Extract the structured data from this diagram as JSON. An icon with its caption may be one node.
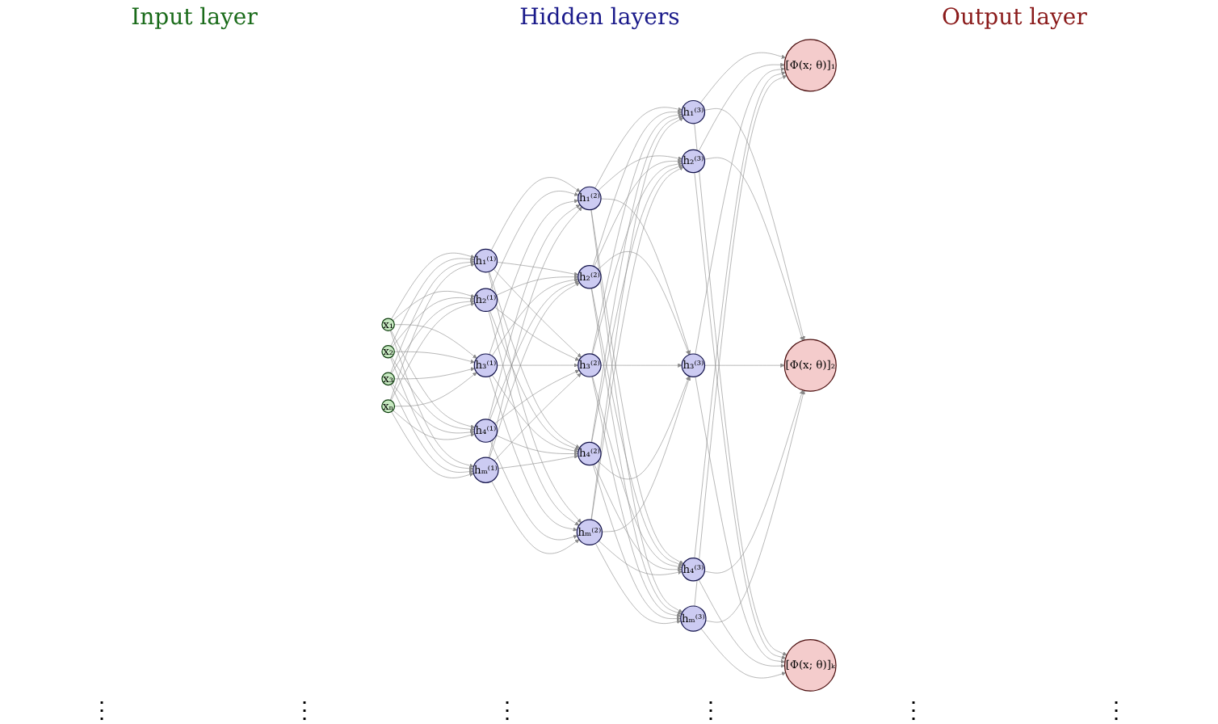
{
  "diagram": {
    "nodes": [
      {
        "text": [
          "x₁"
        ]
      },
      {
        "text": [
          "x₂"
        ]
      },
      {
        "text": [
          "x₃"
        ]
      },
      {
        "text": [
          "xₙ"
        ]
      },
      {
        "text": [
          "h₁⁽¹⁾"
        ]
      },
      {
        "text": [
          "h₂⁽¹⁾"
        ]
      },
      {
        "text": [
          "h₃⁽¹⁾"
        ]
      },
      {
        "text": [
          "h₄⁽¹⁾"
        ]
      },
      {
        "text": [
          "hₘ⁽¹⁾"
        ]
      },
      {
        "text": [
          "h₁⁽²⁾"
        ]
      },
      {
        "text": [
          "h₂⁽²⁾"
        ]
      },
      {
        "text": [
          "h₃⁽²⁾"
        ]
      },
      {
        "text": [
          "h₄⁽²⁾"
        ]
      },
      {
        "text": [
          "hₘ⁽²⁾"
        ]
      },
      {
        "text": [
          "h₁⁽³⁾"
        ]
      },
      {
        "text": [
          "h₂⁽³⁾"
        ]
      },
      {
        "text": [
          "h₃⁽³⁾"
        ]
      },
      {
        "text": [
          "h₄⁽³⁾"
        ]
      },
      {
        "text": [
          "hₘ⁽³⁾"
        ]
      },
      {
        "text": [
          "[Φ(x; θ)]₁"
        ]
      },
      {
        "text": [
          "[Φ(x; θ)]₂"
        ]
      },
      {
        "text": [
          "[Φ(x; θ)]ₖ"
        ]
      }
    ],
    "edges": [
      {
        "from": 0,
        "to": 4,
        "arrow": "to"
      },
      {
        "from": 0,
        "to": 5,
        "arrow": "to"
      },
      {
        "from": 0,
        "to": 6,
        "arrow": "to"
      },
      {
        "from": 0,
        "to": 7,
        "arrow": "to"
      },
      {
        "from": 0,
        "to": 8,
        "arrow": "to"
      },
      {
        "from": 1,
        "to": 4,
        "arrow": "to"
      },
      {
        "from": 1,
        "to": 5,
        "arrow": "to"
      },
      {
        "from": 1,
        "to": 6,
        "arrow": "to"
      },
      {
        "from": 1,
        "to": 7,
        "arrow": "to"
      },
      {
        "from": 1,
        "to": 8,
        "arrow": "to"
      },
      {
        "from": 2,
        "to": 4,
        "arrow": "to"
      },
      {
        "from": 2,
        "to": 5,
        "arrow": "to"
      },
      {
        "from": 2,
        "to": 6,
        "arrow": "to"
      },
      {
        "from": 2,
        "to": 7,
        "arrow": "to"
      },
      {
        "from": 2,
        "to": 8,
        "arrow": "to"
      },
      {
        "from": 3,
        "to": 4,
        "arrow": "to"
      },
      {
        "from": 3,
        "to": 5,
        "arrow": "to"
      },
      {
        "from": 3,
        "to": 6,
        "arrow": "to"
      },
      {
        "from": 3,
        "to": 7,
        "arrow": "to"
      },
      {
        "from": 3,
        "to": 8,
        "arrow": "to"
      },
      {
        "from": 4,
        "to": 9,
        "arrow": "to"
      },
      {
        "from": 4,
        "to": 10,
        "arrow": "to"
      },
      {
        "from": 4,
        "to": 11,
        "arrow": "to"
      },
      {
        "from": 4,
        "to": 12,
        "arrow": "to"
      },
      {
        "from": 4,
        "to": 13,
        "arrow": "to"
      },
      {
        "from": 5,
        "to": 9,
        "arrow": "to"
      },
      {
        "from": 5,
        "to": 10,
        "arrow": "to"
      },
      {
        "from": 5,
        "to": 11,
        "arrow": "to"
      },
      {
        "from": 5,
        "to": 12,
        "arrow": "to"
      },
      {
        "from": 5,
        "to": 13,
        "arrow": "to"
      },
      {
        "from": 6,
        "to": 9,
        "arrow": "to"
      },
      {
        "from": 6,
        "to": 10,
        "arrow": "to"
      },
      {
        "from": 6,
        "to": 11,
        "arrow": "to"
      },
      {
        "from": 6,
        "to": 12,
        "arrow": "to"
      },
      {
        "from": 6,
        "to": 13,
        "arrow": "to"
      },
      {
        "from": 7,
        "to": 9,
        "arrow": "to"
      },
      {
        "from": 7,
        "to": 10,
        "arrow": "to"
      },
      {
        "from": 7,
        "to": 11,
        "arrow": "to"
      },
      {
        "from": 7,
        "to": 12,
        "arrow": "to"
      },
      {
        "from": 7,
        "to": 13,
        "arrow": "to"
      },
      {
        "from": 8,
        "to": 9,
        "arrow": "to"
      },
      {
        "from": 8,
        "to": 10,
        "arrow": "to"
      },
      {
        "from": 8,
        "to": 11,
        "arrow": "to"
      },
      {
        "from": 8,
        "to": 12,
        "arrow": "to"
      },
      {
        "from": 8,
        "to": 13,
        "arrow": "to"
      },
      {
        "from": 9,
        "to": 14,
        "arrow": "to"
      },
      {
        "from": 9,
        "to": 15,
        "arrow": "to"
      },
      {
        "from": 9,
        "to": 16,
        "arrow": "to"
      },
      {
        "from": 9,
        "to": 17,
        "arrow": "to"
      },
      {
        "from": 9,
        "to": 18,
        "arrow": "to"
      },
      {
        "from": 10,
        "to": 14,
        "arrow": "to"
      },
      {
        "from": 10,
        "to": 15,
        "arrow": "to"
      },
      {
        "from": 10,
        "to": 16,
        "arrow": "to"
      },
      {
        "from": 10,
        "to": 17,
        "arrow": "to"
      },
      {
        "from": 10,
        "to": 18,
        "arrow": "to"
      },
      {
        "from": 11,
        "to": 14,
        "arrow": "to"
      },
      {
        "from": 11,
        "to": 15,
        "arrow": "to"
      },
      {
        "from": 11,
        "to": 16,
        "arrow": "to"
      },
      {
        "from": 11,
        "to": 17,
        "arrow": "to"
      },
      {
        "from": 11,
        "to": 18,
        "arrow": "to"
      },
      {
        "from": 12,
        "to": 14,
        "arrow": "to"
      },
      {
        "from": 12,
        "to": 15,
        "arrow": "to"
      },
      {
        "from": 12,
        "to": 16,
        "arrow": "to"
      },
      {
        "from": 12,
        "to": 17,
        "arrow": "to"
      },
      {
        "from": 12,
        "to": 18,
        "arrow": "to"
      },
      {
        "from": 13,
        "to": 14,
        "arrow": "to"
      },
      {
        "from": 13,
        "to": 15,
        "arrow": "to"
      },
      {
        "from": 13,
        "to": 16,
        "arrow": "to"
      },
      {
        "from": 13,
        "to": 17,
        "arrow": "to"
      },
      {
        "from": 13,
        "to": 18,
        "arrow": "to"
      },
      {
        "from": 14,
        "to": 19,
        "arrow": "to"
      },
      {
        "from": 14,
        "to": 20,
        "arrow": "to"
      },
      {
        "from": 14,
        "to": 21,
        "arrow": "to"
      },
      {
        "from": 15,
        "to": 19,
        "arrow": "to"
      },
      {
        "from": 15,
        "to": 20,
        "arrow": "to"
      },
      {
        "from": 15,
        "to": 21,
        "arrow": "to"
      },
      {
        "from": 16,
        "to": 19,
        "arrow": "to"
      },
      {
        "from": 16,
        "to": 20,
        "arrow": "to"
      },
      {
        "from": 16,
        "to": 21,
        "arrow": "to"
      },
      {
        "from": 17,
        "to": 19,
        "arrow": "to"
      },
      {
        "from": 17,
        "to": 20,
        "arrow": "to"
      },
      {
        "from": 17,
        "to": 21,
        "arrow": "to"
      },
      {
        "from": 18,
        "to": 19,
        "arrow": "to"
      },
      {
        "from": 18,
        "to": 20,
        "arrow": "to"
      },
      {
        "from": 18,
        "to": 21,
        "arrow": "to"
      }
    ],
    "labels": [
      "Input layer",
      "Hidden layers",
      "Output layer",
      "⋮",
      "⋮",
      "⋮",
      "⋮",
      "⋮",
      "⋮"
    ]
  }
}
